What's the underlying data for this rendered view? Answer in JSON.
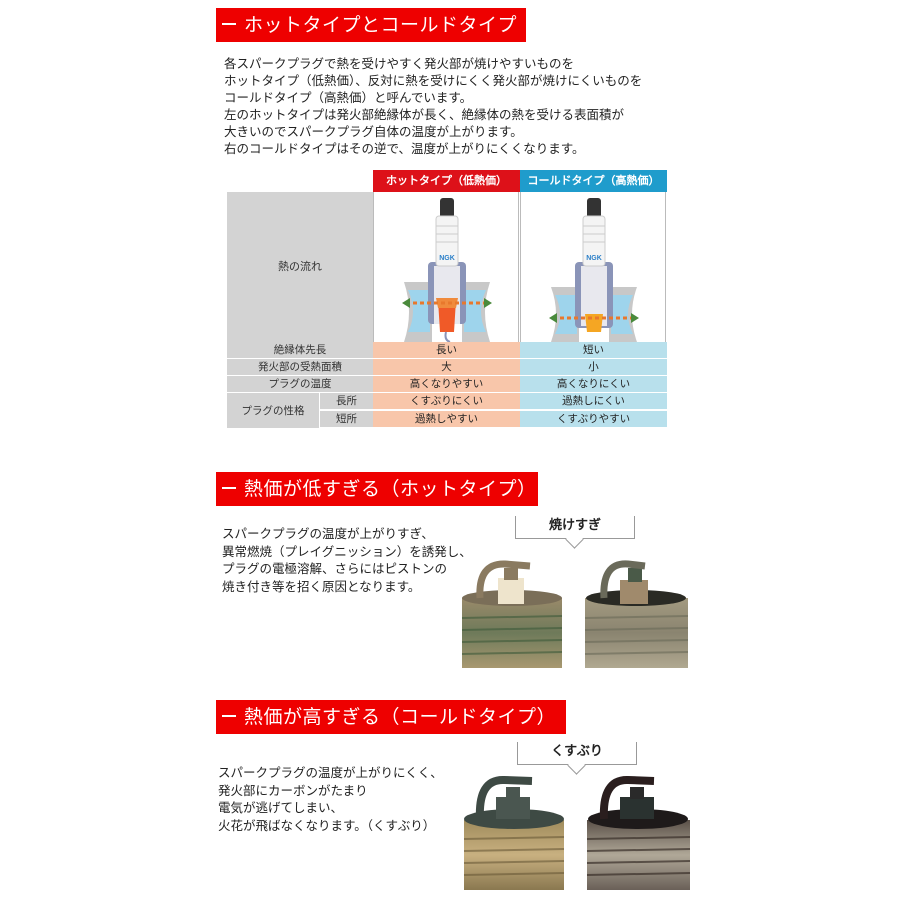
{
  "section1": {
    "title": "ホットタイプとコールドタイプ",
    "intro_lines": [
      "各スパークプラグで熱を受けやすく発火部が焼けやすいものを",
      "ホットタイプ（低熱価）、反対に熱を受けにくく発火部が焼けにくいものを",
      "コールドタイプ（高熱価）と呼んでいます。",
      "左のホットタイプは発火部絶縁体が長く、絶縁体の熱を受ける表面積が",
      "大きいのでスパークプラグ自体の温度が上がります。",
      "右のコールドタイプはその逆で、温度が上がりにくくなります。"
    ],
    "table": {
      "header_hot": "ホットタイプ（低熱価）",
      "header_cold": "コールドタイプ（高熱価）",
      "heat_flow_label": "熱の流れ",
      "diagram_logo": "NGK",
      "rows": [
        {
          "label": "絶縁体先長",
          "hot": "長い",
          "cold": "短い"
        },
        {
          "label": "発火部の受熱面積",
          "hot": "大",
          "cold": "小"
        },
        {
          "label": "プラグの温度",
          "hot": "高くなりやすい",
          "cold": "高くなりにくい"
        }
      ],
      "character": {
        "label": "プラグの性格",
        "rows": [
          {
            "sub": "長所",
            "hot": "くすぶりにくい",
            "cold": "過熱しにくい"
          },
          {
            "sub": "短所",
            "hot": "過熱しやすい",
            "cold": "くすぶりやすい"
          }
        ]
      }
    }
  },
  "section2": {
    "title": "熱価が低すぎる（ホットタイプ）",
    "desc_lines": [
      "スパークプラグの温度が上がりすぎ、",
      "異常燃焼（プレイグニッション）を誘発し、",
      "プラグの電極溶解、さらにはピストンの",
      "焼き付き等を招く原因となります。"
    ],
    "callout": "焼けすぎ"
  },
  "section3": {
    "title": "熱価が高すぎる（コールドタイプ）",
    "desc_lines": [
      "スパークプラグの温度が上がりにくく、",
      "発火部にカーボンがたまり",
      "電気が逃げてしまい、",
      "火花が飛ばなくなります。（くすぶり）"
    ],
    "callout": "くすぶり"
  },
  "colors": {
    "banner_red": "#ee0000",
    "hot_header": "#dd1119",
    "cold_header": "#1f9ccc",
    "hot_cell": "#f8c6aa",
    "cold_cell": "#b8e0ec",
    "label_cell": "#d3d3d3"
  }
}
